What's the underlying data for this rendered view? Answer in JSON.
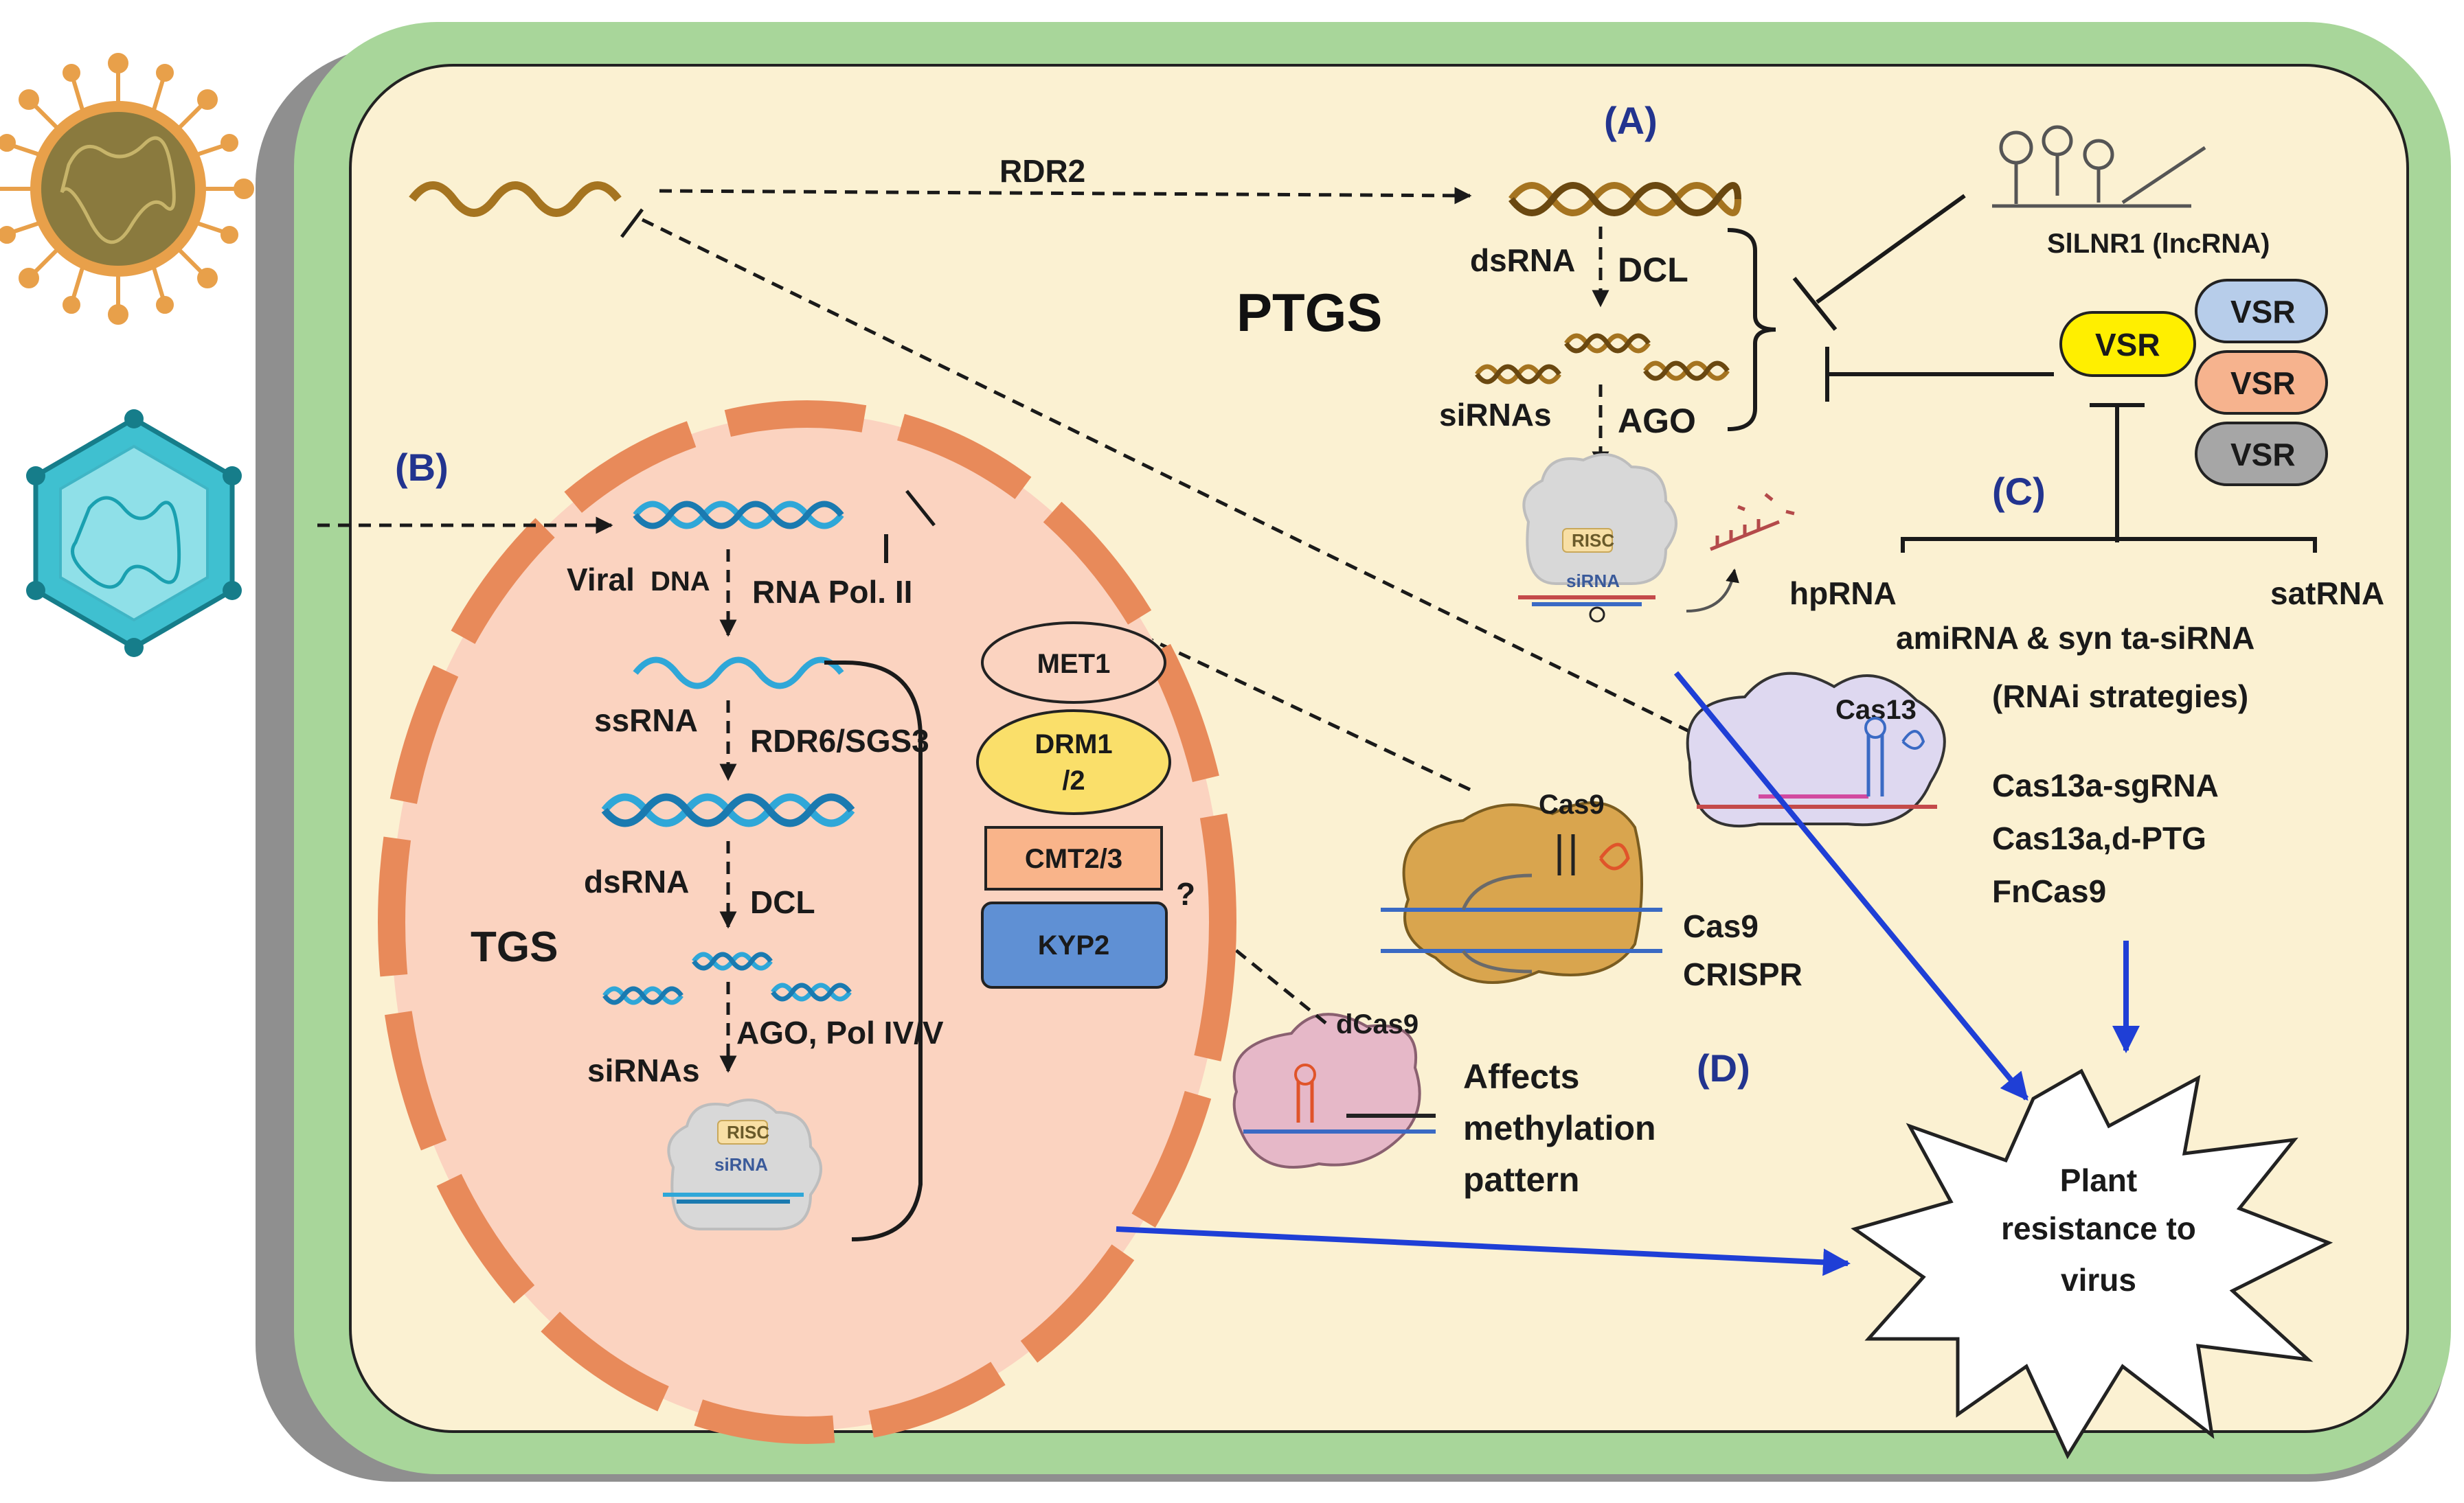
{
  "panels": {
    "a": "(A)",
    "b": "(B)",
    "c": "(C)",
    "d": "(D)"
  },
  "ptgs": {
    "title": "PTGS",
    "rdr2": "RDR2",
    "dsrna": "dsRNA",
    "dcl": "DCL",
    "sirnas": "siRNAs",
    "ago": "AGO",
    "lncrna": "SlLNR1 (lncRNA)",
    "vsr": "VSR"
  },
  "tgs": {
    "title": "TGS",
    "viral_dna": "Viral",
    "viral_dna_suffix": "DNA",
    "rna_pol": "RNA Pol. II",
    "ssrna": "ssRNA",
    "rdr6": "RDR6/SGS3",
    "dsrna": "dsRNA",
    "dcl": "DCL",
    "sirnas": "siRNAs",
    "ago_pol": "AGO, Pol IV/V",
    "enzymes": [
      "MET1",
      "DRM1",
      "/2",
      "CMT2/3",
      "KYP2"
    ],
    "question": "?"
  },
  "risc": {
    "label": "RISC",
    "sirna": "siRNA"
  },
  "rnai": {
    "hprna": "hpRNA",
    "satrna": "satRNA",
    "amirna": "amiRNA & syn ta-siRNA",
    "strategies": "(RNAi strategies)"
  },
  "crispr": {
    "cas13": "Cas13",
    "cas13_list": [
      "Cas13a-sgRNA",
      "Cas13a,d-PTG",
      "FnCas9"
    ],
    "cas9": "Cas9",
    "cas9_caption": [
      "Cas9",
      "CRISPR"
    ],
    "dcas9": "dCas9",
    "dcas9_caption": [
      "Affects",
      "methylation",
      "pattern"
    ]
  },
  "outcome": {
    "lines": [
      "Plant",
      "resistance to",
      "virus"
    ]
  },
  "colors": {
    "cell_wall": "#a8d69a",
    "cytoplasm": "#fbf1d2",
    "nucleus": "#fbd3c0",
    "nucleus_border": "#e88a5a",
    "vsr_yellow": "#ffef00",
    "vsr_blue": "#b7cdea",
    "vsr_orange": "#f6b38e",
    "vsr_gray": "#a6a6a6",
    "panel_label": "#22348f",
    "arrow_blue": "#1f3fd6"
  }
}
